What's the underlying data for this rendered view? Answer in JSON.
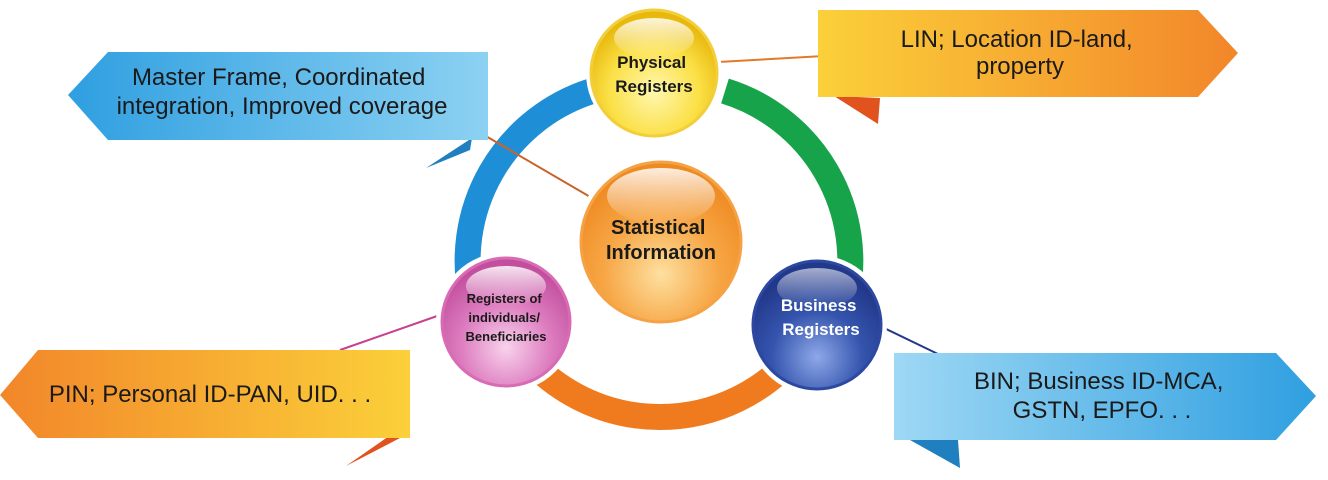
{
  "center": {
    "lines": [
      "Statistical",
      "Information"
    ]
  },
  "nodes": {
    "physical": {
      "lines": [
        "Physical",
        "Registers"
      ]
    },
    "business": {
      "lines": [
        "Business",
        "Registers"
      ]
    },
    "individuals": {
      "lines": [
        "Registers of",
        "individuals/",
        "Beneficiaries"
      ]
    }
  },
  "callouts": {
    "master_frame": {
      "lines": [
        "Master Frame, Coordinated",
        "integration, Improved coverage"
      ],
      "color": "#3aa6e2"
    },
    "lin": {
      "lines": [
        "LIN; Location ID-land,",
        "property"
      ],
      "color": "#f4a52c"
    },
    "pin": {
      "lines": [
        "PIN; Personal ID-PAN, UID. . ."
      ],
      "color": "#f4a52c"
    },
    "bin": {
      "lines": [
        "BIN; Business ID-MCA,",
        "GSTN, EPFO. . ."
      ],
      "color": "#3aa6e2"
    }
  },
  "ring_colors": {
    "left": "#1e8fd6",
    "right": "#17a34a",
    "bottom": "#f07b1e"
  }
}
